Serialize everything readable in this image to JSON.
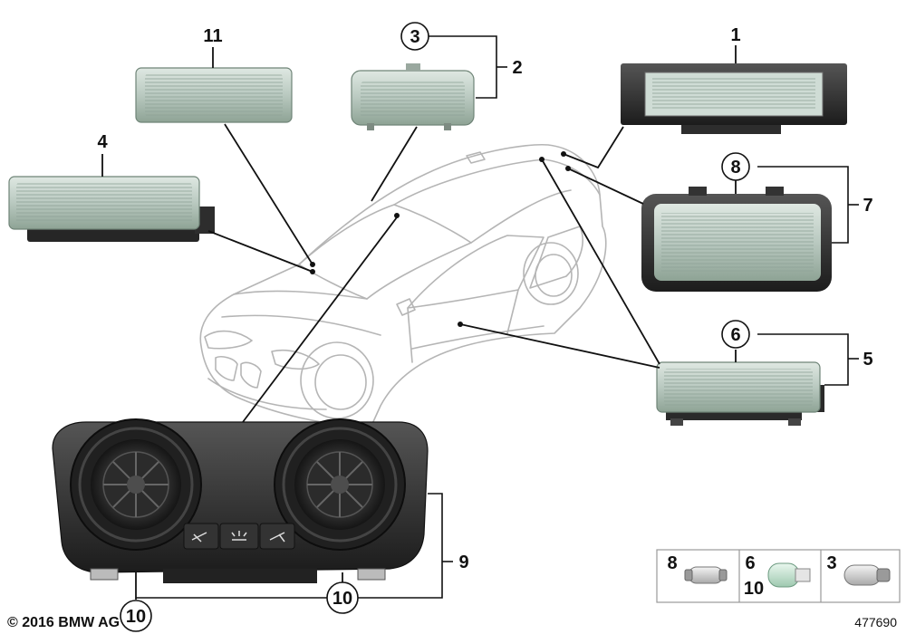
{
  "callouts": {
    "c1": "1",
    "c2": "2",
    "c3": "3",
    "c4": "4",
    "c5": "5",
    "c6": "6",
    "c7": "7",
    "c8": "8",
    "c9": "9",
    "c10a": "10",
    "c10b": "10",
    "c11": "11"
  },
  "bulb_legend": [
    {
      "label": "8"
    },
    {
      "label": "6\n10"
    },
    {
      "label": "3"
    }
  ],
  "footer": {
    "copyright": "© 2016 BMW AG",
    "diagram_number": "477690"
  }
}
